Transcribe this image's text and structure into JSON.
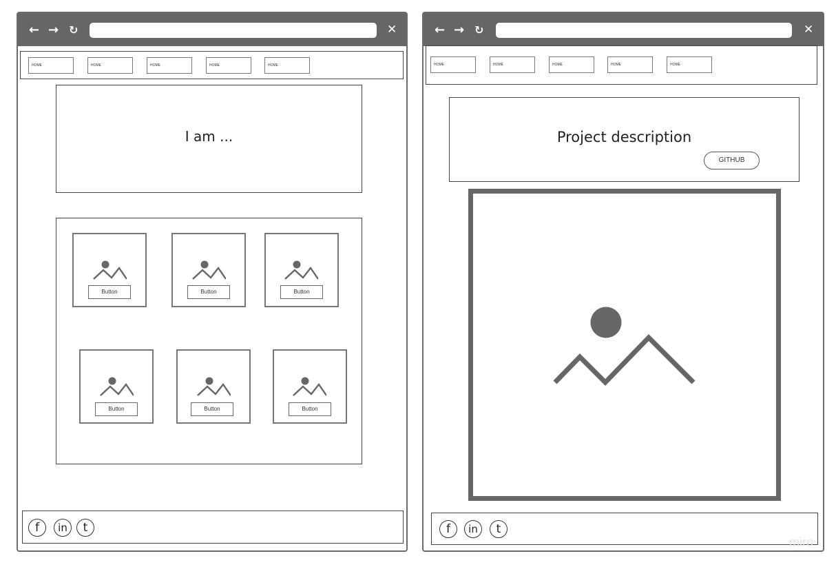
{
  "left": {
    "nav": [
      "HOME",
      "HOME",
      "HOME",
      "HOME",
      "HOME"
    ],
    "hero": "I am ...",
    "gallery_buttons": [
      "Button",
      "Button",
      "Button",
      "Button",
      "Button",
      "Button"
    ],
    "social": [
      "f",
      "in",
      "t"
    ]
  },
  "right": {
    "nav": [
      "HOME",
      "HOME",
      "HOME",
      "HOME",
      "HOME"
    ],
    "hero": "Project description",
    "github": "GITHUB",
    "social": [
      "f",
      "in",
      "t"
    ]
  },
  "watermark": "miro",
  "colors": {
    "chrome": "#666666",
    "border": "#444444",
    "image": "#666666"
  },
  "icons": [
    "back-arrow-icon",
    "forward-arrow-icon",
    "reload-icon",
    "close-icon",
    "image-placeholder-icon",
    "facebook-icon",
    "linkedin-icon",
    "twitter-icon"
  ]
}
